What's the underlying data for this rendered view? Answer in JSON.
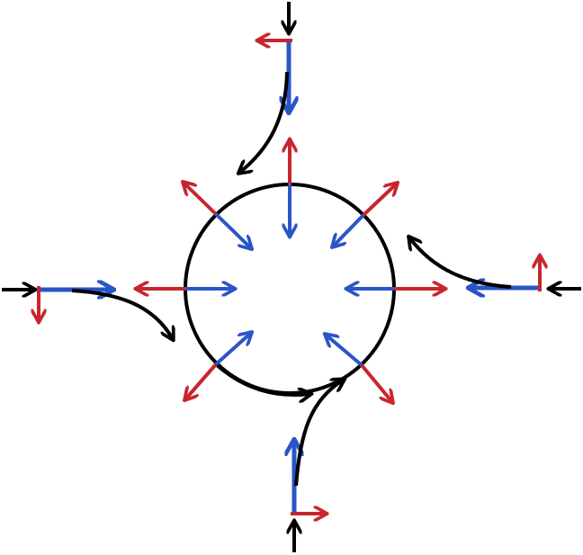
{
  "colors": {
    "background": "#ffffff",
    "trajectory": "#000000",
    "tangent": "#2a55c8",
    "normal": "#c8262e"
  },
  "circle": {
    "arrows_per_direction": 8,
    "inward_color": "tangent",
    "outward_color": "normal"
  },
  "approach_paths": [
    {
      "from": "top",
      "turn_arrow_color": "trajectory"
    },
    {
      "from": "right",
      "turn_arrow_color": "trajectory"
    },
    {
      "from": "bottom",
      "turn_arrow_color": "trajectory"
    },
    {
      "from": "left",
      "turn_arrow_color": "trajectory"
    }
  ]
}
